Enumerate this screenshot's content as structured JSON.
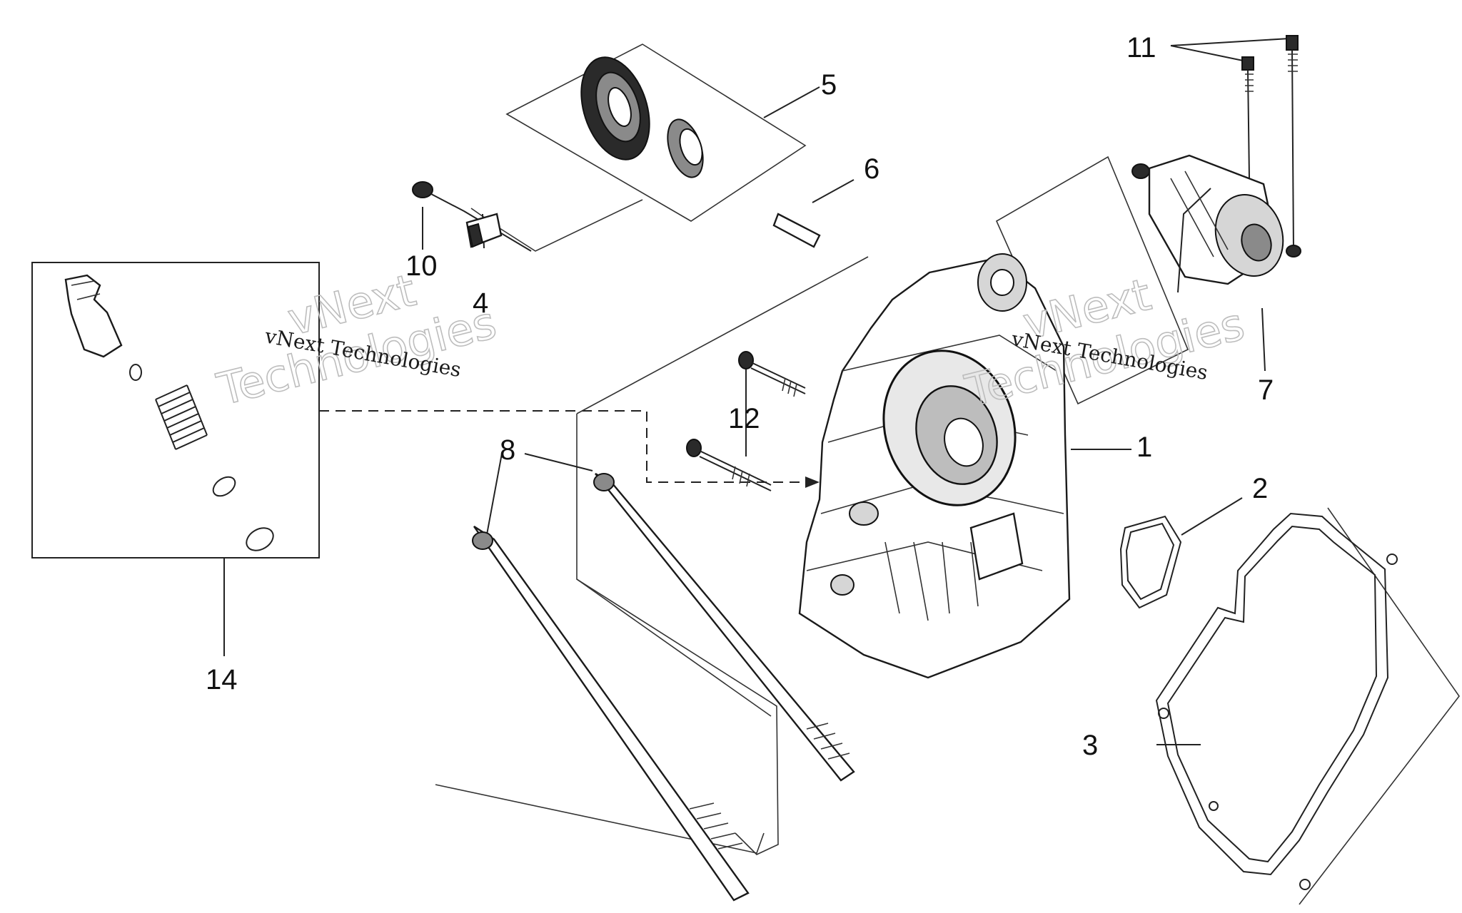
{
  "callouts": {
    "c1": "1",
    "c2": "2",
    "c3": "3",
    "c4": "4",
    "c5": "5",
    "c6": "6",
    "c7": "7",
    "c8": "8",
    "c10": "10",
    "c11": "11",
    "c12": "12",
    "c14": "14"
  },
  "watermark": {
    "line1": "vNext",
    "line2": "Technologies",
    "caption": "vNext Technologies"
  }
}
